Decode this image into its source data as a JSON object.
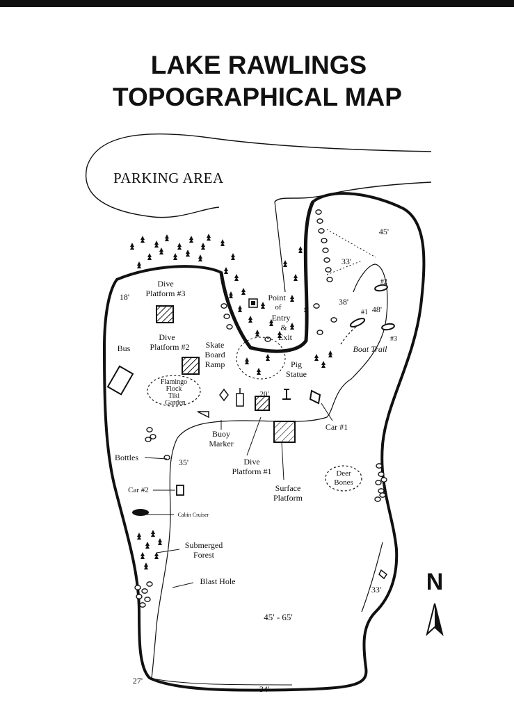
{
  "title": {
    "line1": "LAKE RAWLINGS",
    "line2": "TOPOGRAPHICAL MAP"
  },
  "areas": {
    "parking": "PARKING AREA"
  },
  "labels": {
    "dive_platform_3_a": "Dive",
    "dive_platform_3_b": "Platform #3",
    "dive_platform_2_a": "Dive",
    "dive_platform_2_b": "Platform #2",
    "bus": "Bus",
    "flamingo_a": "Flamingo",
    "flamingo_b": "Flock",
    "flamingo_c": "Tiki",
    "flamingo_d": "Garden",
    "skate_a": "Skate",
    "skate_b": "Board",
    "skate_c": "Ramp",
    "entry_a": "Point",
    "entry_b": "of",
    "entry_c": "Entry",
    "entry_d": "&",
    "entry_e": "Exit",
    "pig_a": "Pig",
    "pig_b": "Statue",
    "boat_trail": "Boat Trail",
    "buoy_a": "Buoy",
    "buoy_b": "Marker",
    "car1": "Car #1",
    "bottles": "Bottles",
    "car2": "Car #2",
    "cabin_cruiser": "Cabin Cruiser",
    "dive_platform_1_a": "Dive",
    "dive_platform_1_b": "Platform #1",
    "surface_a": "Surface",
    "surface_b": "Platform",
    "deer_a": "Deer",
    "deer_b": "Bones",
    "submerged_a": "Submerged",
    "submerged_b": "Forest",
    "blast_hole": "Blast Hole",
    "boat1": "#1",
    "boat2": "#2",
    "boat3": "#3",
    "depth_range": "45' - 65'",
    "platform_20": "20'"
  },
  "depths": {
    "d45_top": "45'",
    "d33_top": "33'",
    "d38": "38'",
    "d48": "48'",
    "d18": "18'",
    "d35": "35'",
    "d33_bottom": "33'",
    "d27": "27'",
    "d34": "34'"
  },
  "compass": {
    "letter": "N"
  }
}
